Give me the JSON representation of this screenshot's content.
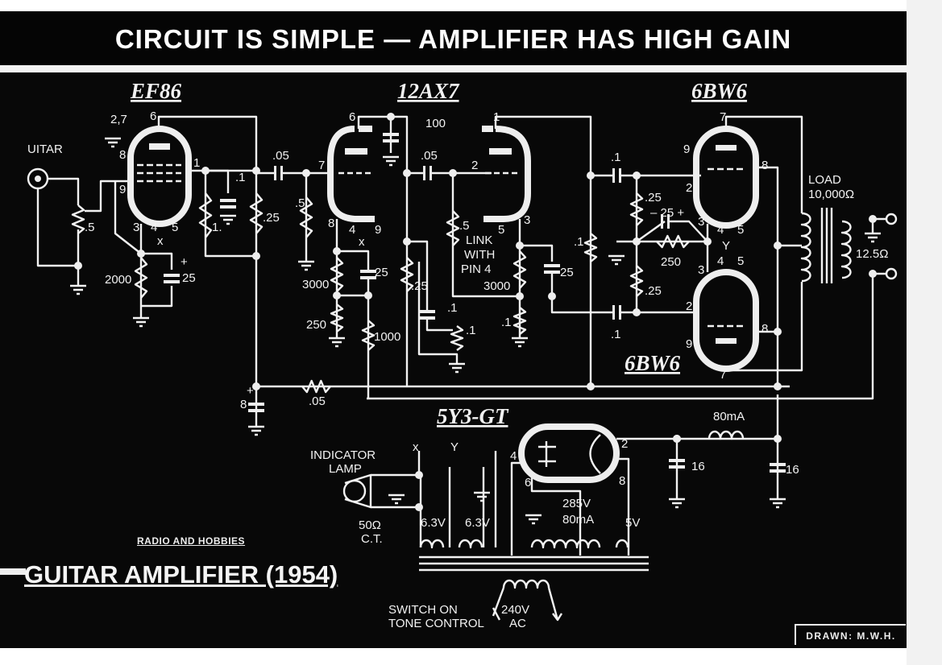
{
  "title": "CIRCUIT IS SIMPLE — AMPLIFIER HAS HIGH GAIN",
  "tubes": {
    "preamp": "EF86",
    "dual_triode": "12AX7",
    "output_top": "6BW6",
    "output_bottom": "6BW6",
    "rectifier": "5Y3-GT"
  },
  "input_label": "UITAR",
  "publisher": "RADIO AND HOBBIES",
  "footer_title": "GUITAR AMPLIFIER (1954)",
  "credit": "DRAWN: M.W.H.",
  "component_labels": [
    "2,7",
    "6",
    "8",
    "9",
    "1",
    "3",
    "4",
    "5",
    "x",
    ".5",
    ".1",
    "1.",
    ".25",
    "2000",
    "25",
    "+",
    ".05",
    "7",
    ".5",
    "6",
    "100",
    ".05",
    "2",
    "1",
    "8",
    "4",
    "9",
    "x",
    "3000",
    "25",
    "250",
    "1000",
    ".25",
    ".1",
    ".1",
    ".5",
    "5",
    "3",
    "LINK",
    "WITH",
    "PIN 4",
    "3000",
    "25",
    ".1",
    ".1",
    ".1",
    ".1",
    "7",
    "9",
    "8",
    "2",
    ".25",
    "– 25 +",
    "3",
    "4",
    "5",
    "Y",
    "250",
    "3",
    "4",
    "5",
    ".25",
    "2",
    "8",
    "9",
    "7",
    "LOAD",
    "10,000Ω",
    "12.5Ω",
    "8",
    "+",
    ".05",
    "80mA",
    "16",
    "16",
    "INDICATOR",
    "LAMP",
    "50Ω",
    "C.T.",
    "x",
    "Y",
    "4",
    "2",
    "6",
    "8",
    "285V",
    "80mA",
    "6.3V",
    "6.3V",
    "5V",
    "SWITCH ON",
    "TONE CONTROL",
    "240V",
    "AC"
  ]
}
